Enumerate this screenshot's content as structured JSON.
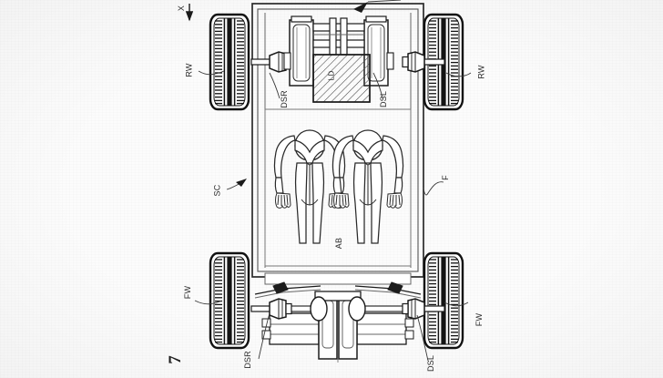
{
  "figure": {
    "number": "Fig. 7",
    "short_number": "7",
    "axis_label": "X"
  },
  "labels": {
    "rear_wheel_left": "RW",
    "rear_wheel_right": "RW",
    "front_wheel_left": "FW",
    "front_wheel_right": "FW",
    "driveshaft_rear_right": "DSR",
    "driveshaft_rear_left": "DSL",
    "driveshaft_front_right": "DSR",
    "driveshaft_front_left": "DSL",
    "seat_cabin": "SC",
    "frame": "F",
    "occupants": "AB",
    "drive_unit": "LD"
  },
  "colors": {
    "ink": "#1a1a1a",
    "line": "#2b2b2b",
    "light_line": "#6e6e6e",
    "hatch": "#555555",
    "paper": "#fcfcfc",
    "tire": "#111111"
  },
  "components": [
    {
      "name": "rear-wheel-left",
      "label": "RW"
    },
    {
      "name": "rear-wheel-right",
      "label": "RW"
    },
    {
      "name": "front-wheel-left",
      "label": "FW"
    },
    {
      "name": "front-wheel-right",
      "label": "FW"
    },
    {
      "name": "rear-driveshaft-right",
      "label": "DSR"
    },
    {
      "name": "rear-driveshaft-left",
      "label": "DSL"
    },
    {
      "name": "front-driveshaft-right",
      "label": "DSR"
    },
    {
      "name": "front-driveshaft-left",
      "label": "DSL"
    },
    {
      "name": "drive-unit-battery",
      "label": "LD"
    },
    {
      "name": "occupant-figures",
      "label": "AB"
    },
    {
      "name": "seat-cabin-reference",
      "label": "SC"
    },
    {
      "name": "vehicle-frame",
      "label": "F"
    }
  ]
}
